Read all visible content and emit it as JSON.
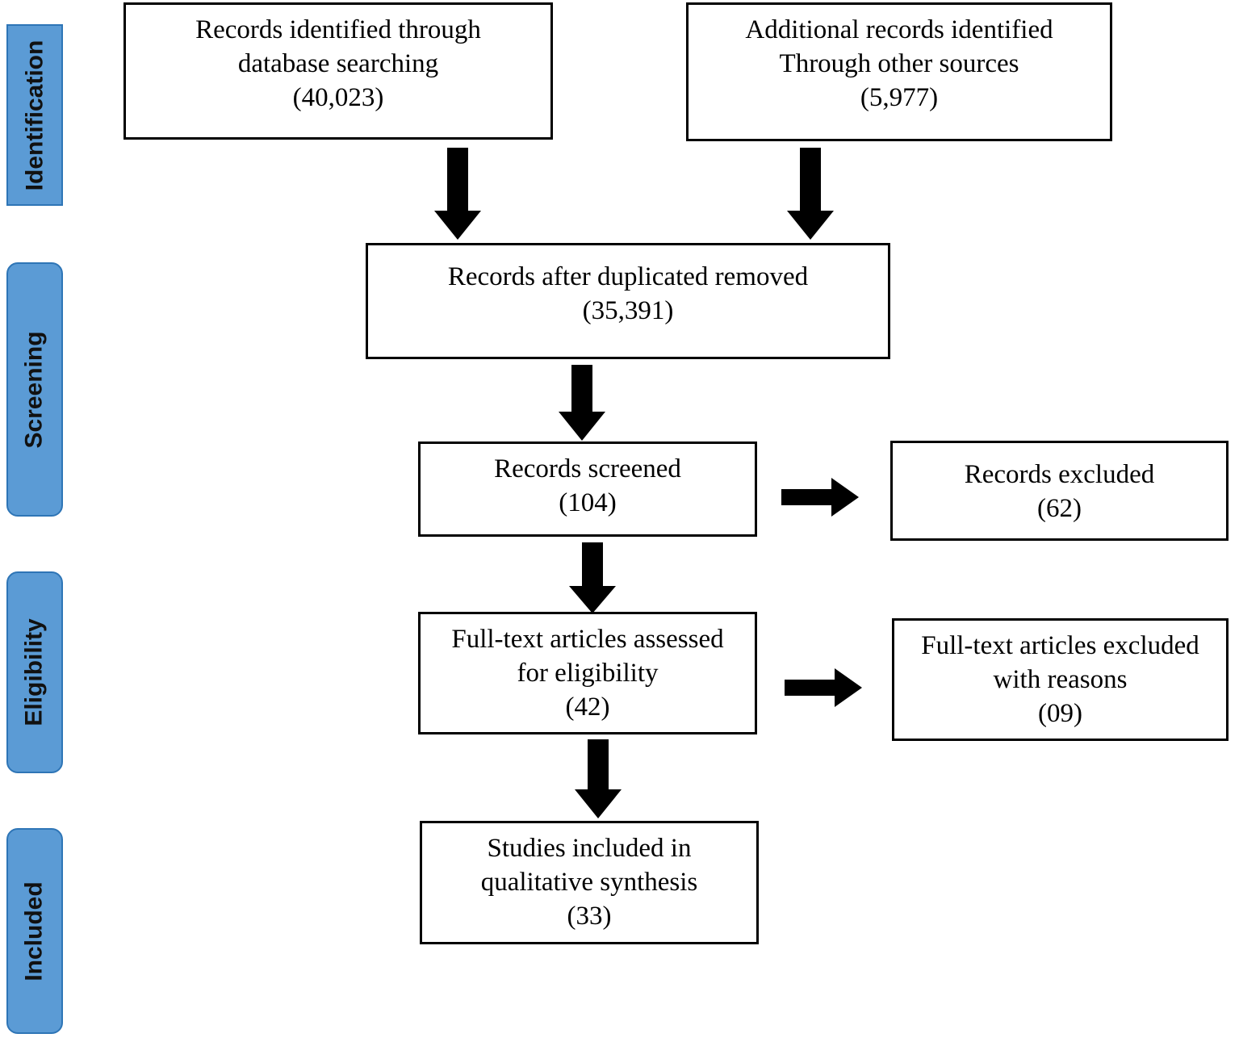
{
  "diagram": {
    "type": "prisma-flow-diagram",
    "accent_color": "#5B9BD5",
    "accent_border_color": "#2E75B6",
    "box_border_color": "#000000",
    "stages": [
      {
        "id": "identification",
        "label": "Identification"
      },
      {
        "id": "screening",
        "label": "Screening"
      },
      {
        "id": "eligibility",
        "label": "Eligibility"
      },
      {
        "id": "included",
        "label": "Included"
      }
    ],
    "boxes": [
      {
        "id": "records-identified-database",
        "text": "Records identified through\ndatabase searching\n(40,023)",
        "count": "40,023"
      },
      {
        "id": "additional-records-other-sources",
        "text": "Additional records identified\nThrough other sources\n(5,977)",
        "count": "5,977"
      },
      {
        "id": "records-after-duplicates-removed",
        "text": "Records after duplicated removed\n(35,391)",
        "count": "35,391"
      },
      {
        "id": "records-screened",
        "text": "Records screened\n(104)",
        "count": "104"
      },
      {
        "id": "records-excluded",
        "text": "Records excluded\n(62)",
        "count": "62"
      },
      {
        "id": "full-text-assessed",
        "text": "Full-text articles assessed\nfor eligibility\n(42)",
        "count": "42"
      },
      {
        "id": "full-text-excluded",
        "text": "Full-text articles excluded\nwith reasons\n(09)",
        "count": "09"
      },
      {
        "id": "studies-included",
        "text": "Studies included in\nqualitative synthesis\n(33)",
        "count": "33"
      }
    ],
    "arrows": [
      {
        "id": "db-to-dedup",
        "direction": "down"
      },
      {
        "id": "other-to-dedup",
        "direction": "down"
      },
      {
        "id": "dedup-to-screened",
        "direction": "down"
      },
      {
        "id": "screened-to-fulltext",
        "direction": "down"
      },
      {
        "id": "screened-to-excluded",
        "direction": "right"
      },
      {
        "id": "fulltext-to-excluded",
        "direction": "right"
      },
      {
        "id": "fulltext-to-included",
        "direction": "down"
      }
    ]
  }
}
